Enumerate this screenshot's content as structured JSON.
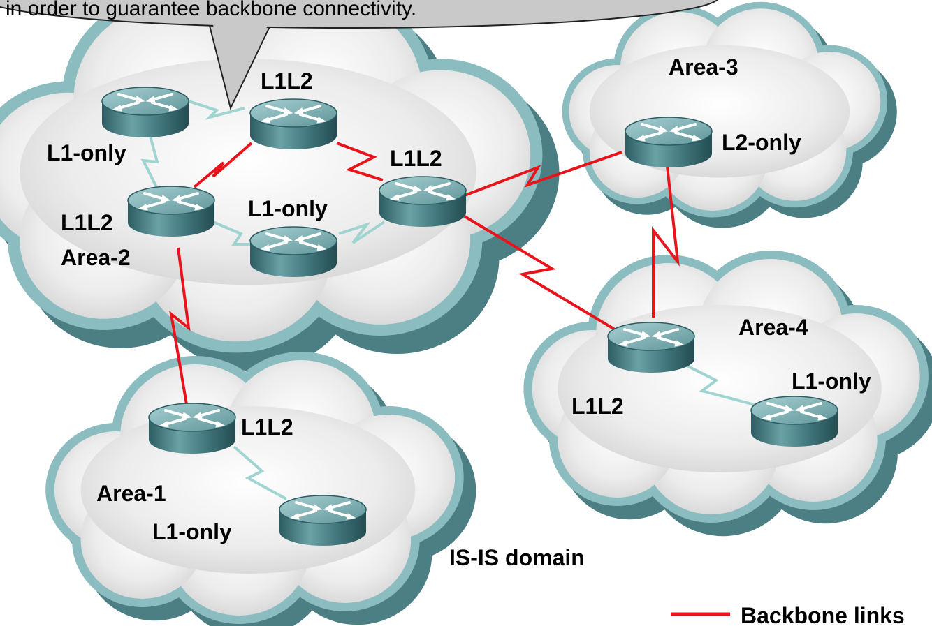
{
  "callout": {
    "text": "in order to guarantee backbone connectivity."
  },
  "areas": {
    "area1": {
      "name": "Area-1"
    },
    "area2": {
      "name": "Area-2"
    },
    "area3": {
      "name": "Area-3"
    },
    "area4": {
      "name": "Area-4"
    }
  },
  "routers": {
    "a2_l1only_top": {
      "role": "L1-only"
    },
    "a2_l1l2_top": {
      "role": "L1L2"
    },
    "a2_l1l2_right": {
      "role": "L1L2"
    },
    "a2_l1l2_left": {
      "role": "L1L2"
    },
    "a2_l1only_mid": {
      "role": "L1-only"
    },
    "a3_l2only": {
      "role": "L2-only"
    },
    "a4_l1l2": {
      "role": "L1L2"
    },
    "a4_l1only": {
      "role": "L1-only"
    },
    "a1_l1l2": {
      "role": "L1L2"
    },
    "a1_l1only": {
      "role": "L1-only"
    }
  },
  "domain_label": "IS-IS domain",
  "legend": {
    "backbone": "Backbone links",
    "backbone_color": "#e8141c"
  },
  "colors": {
    "l1_link": "#9fd4d0",
    "cloud_edge": "#5e9196",
    "router_body": "#3f7a80"
  },
  "icons": {
    "router": "router-icon",
    "cloud": "cloud-shape"
  }
}
